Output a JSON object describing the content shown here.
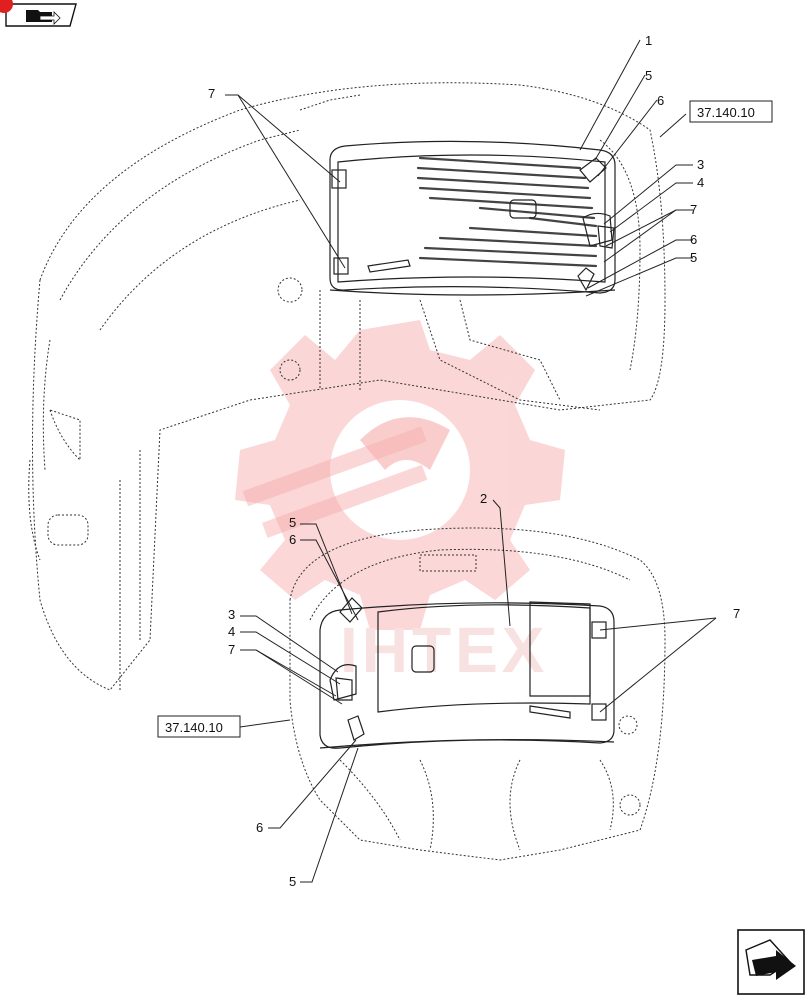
{
  "nav": {
    "prev_icon": "folder-arrow-icon",
    "next_icon": "next-page-arrow-icon"
  },
  "watermark": {
    "text": "IHTEX",
    "color": "#f26b6b"
  },
  "references": {
    "top": "37.140.10",
    "bottom": "37.140.10"
  },
  "callouts": {
    "top": [
      {
        "id": "c-top-1",
        "label": "1"
      },
      {
        "id": "c-top-5a",
        "label": "5"
      },
      {
        "id": "c-top-6a",
        "label": "6"
      },
      {
        "id": "c-top-7l",
        "label": "7"
      },
      {
        "id": "c-top-3",
        "label": "3"
      },
      {
        "id": "c-top-4",
        "label": "4"
      },
      {
        "id": "c-top-7r",
        "label": "7"
      },
      {
        "id": "c-top-6b",
        "label": "6"
      },
      {
        "id": "c-top-5b",
        "label": "5"
      }
    ],
    "bottom": [
      {
        "id": "c-bot-2",
        "label": "2"
      },
      {
        "id": "c-bot-5a",
        "label": "5"
      },
      {
        "id": "c-bot-6a",
        "label": "6"
      },
      {
        "id": "c-bot-3",
        "label": "3"
      },
      {
        "id": "c-bot-4",
        "label": "4"
      },
      {
        "id": "c-bot-7l",
        "label": "7"
      },
      {
        "id": "c-bot-7r",
        "label": "7"
      },
      {
        "id": "c-bot-6b",
        "label": "6"
      },
      {
        "id": "c-bot-5b",
        "label": "5"
      }
    ]
  }
}
